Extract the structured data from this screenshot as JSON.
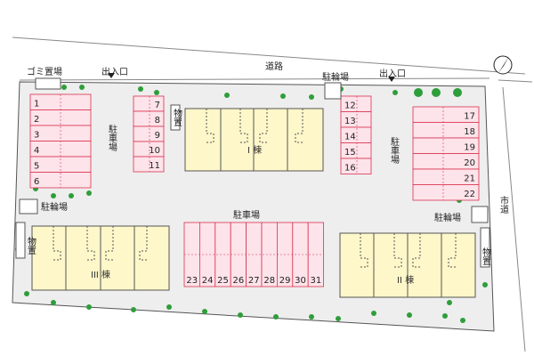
{
  "road": {
    "label": "道路"
  },
  "city_road": {
    "label": "市道"
  },
  "garbage": {
    "label": "ゴミ置場"
  },
  "entrance": {
    "left": "出入口",
    "right": "出入口"
  },
  "bike_parking": {
    "top": "駐輪場",
    "left": "駐輪場",
    "right": "駐輪場"
  },
  "storage": {
    "left": "物置",
    "center": "物置",
    "right": "物置"
  },
  "parking_labels": {
    "left": "駐車場",
    "right_top": "駐車場",
    "bottom": "駐車場"
  },
  "buildings": {
    "one": "I 棟",
    "two": "II 棟",
    "three": "III 棟"
  },
  "parking_spaces": {
    "left_column": [
      "1",
      "2",
      "3",
      "4",
      "5",
      "6"
    ],
    "mid_column": [
      "7",
      "8",
      "9",
      "10",
      "11"
    ],
    "center_column": [
      "12",
      "13",
      "14",
      "15",
      "16"
    ],
    "right_column": [
      "17",
      "18",
      "19",
      "20",
      "21",
      "22"
    ],
    "bottom_row": [
      "23",
      "24",
      "25",
      "26",
      "27",
      "28",
      "29",
      "30",
      "31"
    ]
  },
  "colors": {
    "parking_fill": "#fde3ea",
    "parking_stroke": "#d9324f",
    "building_fill": "#fdf7c9",
    "building_stroke": "#555555",
    "site_fill": "#eeeeee",
    "tree": "#2e9e3a"
  },
  "compass": {
    "icon": "north-arrow-icon"
  }
}
